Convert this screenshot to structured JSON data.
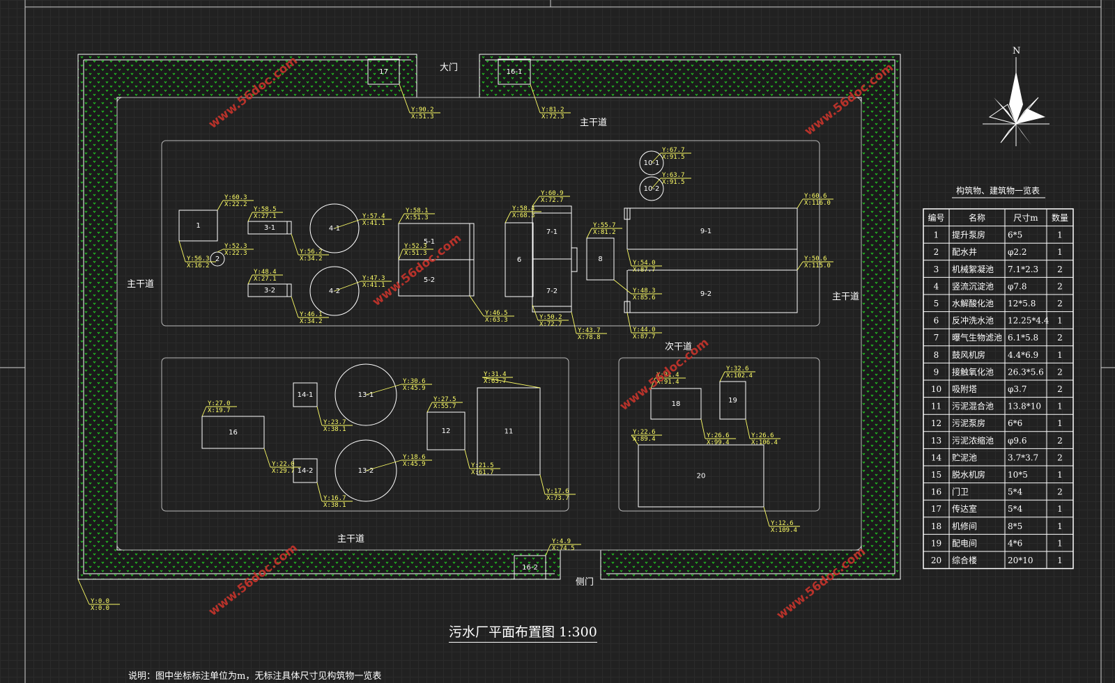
{
  "title": "污水厂平面布置图 1:300",
  "note": "说明：图中坐标标注单位为m，无标注具体尺寸见构筑物一览表",
  "north": "N",
  "watermark": "www.56doc.com",
  "road_labels": [
    "大门",
    "主干道",
    "主干道",
    "主干道",
    "主干道",
    "次干道",
    "侧门"
  ],
  "blocks": [
    "1",
    "2",
    "3-1",
    "3-2",
    "4-1",
    "4-2",
    "5-1",
    "5-2",
    "6",
    "7-1",
    "7-2",
    "8",
    "9-1",
    "9-2",
    "10-1",
    "10-2",
    "11",
    "12",
    "13-1",
    "13-2",
    "14-1",
    "14-2",
    "16",
    "16-1",
    "16-2",
    "17",
    "18",
    "19",
    "20"
  ],
  "coords": [
    {
      "y": "Y:90.2",
      "x": "X:51.3"
    },
    {
      "y": "Y:81.2",
      "x": "X:72.3"
    },
    {
      "y": "Y:60.3",
      "x": "X:22.2"
    },
    {
      "y": "Y:56.3",
      "x": "X:16.2"
    },
    {
      "y": "Y:52.3",
      "x": "X:22.3"
    },
    {
      "y": "Y:58.5",
      "x": "X:27.1"
    },
    {
      "y": "Y:56.2",
      "x": "X:34.2"
    },
    {
      "y": "Y:48.4",
      "x": "X:27.1"
    },
    {
      "y": "Y:46.1",
      "x": "X:34.2"
    },
    {
      "y": "Y:57.4",
      "x": "X:41.1"
    },
    {
      "y": "Y:47.3",
      "x": "X:41.1"
    },
    {
      "y": "Y:58.1",
      "x": "X:51.3"
    },
    {
      "y": "Y:52.3",
      "x": "X:51.3"
    },
    {
      "y": "Y:46.5",
      "x": "X:63.3"
    },
    {
      "y": "Y:58.4",
      "x": "X:68.3"
    },
    {
      "y": "Y:60.9",
      "x": "X:72.7"
    },
    {
      "y": "Y:50.2",
      "x": "X:72.7"
    },
    {
      "y": "Y:43.7",
      "x": "X:78.8"
    },
    {
      "y": "Y:55.7",
      "x": "X:81.2"
    },
    {
      "y": "Y:48.3",
      "x": "X:85.6"
    },
    {
      "y": "Y:67.7",
      "x": "X:91.5"
    },
    {
      "y": "Y:63.7",
      "x": "X:91.5"
    },
    {
      "y": "Y:60.6",
      "x": "X:116.0"
    },
    {
      "y": "Y:54.0",
      "x": "X:87.7"
    },
    {
      "y": "Y:50.6",
      "x": "X:115.0"
    },
    {
      "y": "Y:44.0",
      "x": "X:87.7"
    },
    {
      "y": "Y:27.0",
      "x": "X:19.7"
    },
    {
      "y": "Y:22.0",
      "x": "X:29.7"
    },
    {
      "y": "Y:23.7",
      "x": "X:38.1"
    },
    {
      "y": "Y:16.7",
      "x": "X:38.1"
    },
    {
      "y": "Y:30.6",
      "x": "X:45.9"
    },
    {
      "y": "Y:18.6",
      "x": "X:45.9"
    },
    {
      "y": "Y:27.5",
      "x": "X:55.7"
    },
    {
      "y": "Y:21.5",
      "x": "X:61.7"
    },
    {
      "y": "Y:31.4",
      "x": "X:63.7"
    },
    {
      "y": "Y:17.6",
      "x": "X:73.7"
    },
    {
      "y": "Y:31.4",
      "x": "X:91.4"
    },
    {
      "y": "Y:32.6",
      "x": "X:102.4"
    },
    {
      "y": "Y:22.6",
      "x": "X:89.4"
    },
    {
      "y": "Y:26.6",
      "x": "X:99.4"
    },
    {
      "y": "Y:26.6",
      "x": "X:106.4"
    },
    {
      "y": "Y:12.6",
      "x": "X:109.4"
    },
    {
      "y": "Y:4.9",
      "x": "X:74.5"
    },
    {
      "y": "Y:0.0",
      "x": "X:0.0"
    }
  ],
  "table": {
    "title": "构筑物、建筑物一览表",
    "headers": [
      "编号",
      "名称",
      "尺寸m",
      "数量"
    ],
    "rows": [
      [
        "1",
        "提升泵房",
        "6*5",
        "1"
      ],
      [
        "2",
        "配水井",
        "φ2.2",
        "1"
      ],
      [
        "3",
        "机械絮凝池",
        "7.1*2.3",
        "2"
      ],
      [
        "4",
        "竖流沉淀池",
        "φ7.8",
        "2"
      ],
      [
        "5",
        "水解酸化池",
        "12*5.8",
        "2"
      ],
      [
        "6",
        "反冲洗水池",
        "12.25*4.4",
        "1"
      ],
      [
        "7",
        "曝气生物滤池",
        "6.1*5.8",
        "2"
      ],
      [
        "8",
        "鼓风机房",
        "4.4*6.9",
        "1"
      ],
      [
        "9",
        "接触氧化池",
        "26.3*5.6",
        "2"
      ],
      [
        "10",
        "吸附塔",
        "φ3.7",
        "2"
      ],
      [
        "11",
        "污泥混合池",
        "13.8*10",
        "1"
      ],
      [
        "12",
        "污泥泵房",
        "6*6",
        "1"
      ],
      [
        "13",
        "污泥浓缩池",
        "φ9.6",
        "2"
      ],
      [
        "14",
        "贮泥池",
        "3.7*3.7",
        "2"
      ],
      [
        "15",
        "脱水机房",
        "10*5",
        "1"
      ],
      [
        "16",
        "门卫",
        "5*4",
        "2"
      ],
      [
        "17",
        "传达室",
        "5*4",
        "1"
      ],
      [
        "18",
        "机修间",
        "8*5",
        "1"
      ],
      [
        "19",
        "配电间",
        "4*6",
        "1"
      ],
      [
        "20",
        "综合楼",
        "20*10",
        "1"
      ]
    ]
  },
  "colors": {
    "background": "#212121",
    "lines": "#ffffff",
    "coords": "#ffff66",
    "green": "#22cc22",
    "watermark": "#c8342c"
  }
}
